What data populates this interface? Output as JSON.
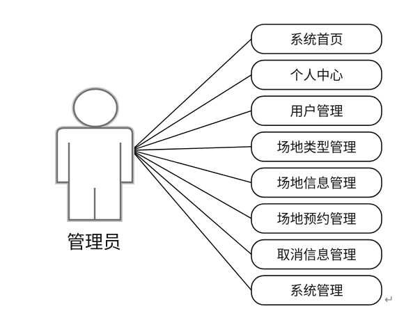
{
  "actor": {
    "name": "管理员",
    "icon": "stick-person-icon"
  },
  "use_cases": [
    {
      "label": "系统首页"
    },
    {
      "label": "个人中心"
    },
    {
      "label": "用户管理"
    },
    {
      "label": "场地类型管理"
    },
    {
      "label": "场地信息管理"
    },
    {
      "label": "场地预约管理"
    },
    {
      "label": "取消信息管理"
    },
    {
      "label": "系统管理"
    }
  ],
  "paragraph_mark": "↵",
  "colors": {
    "line": "#000000",
    "box_border": "#111111",
    "actor_outline": "#6e6e6e",
    "background": "#ffffff"
  }
}
